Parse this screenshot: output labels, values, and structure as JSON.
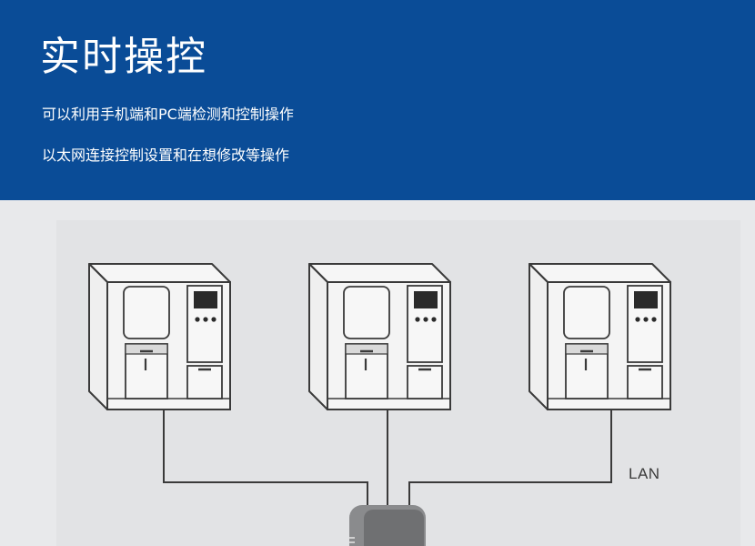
{
  "header": {
    "title": "实时操控",
    "lines": [
      "可以利用手机端和PC端检测和控制操作",
      "以太网连接控制设置和在想修改等操作"
    ]
  },
  "diagram": {
    "lan_label": "LAN",
    "cabinet_count": 3,
    "colors": {
      "header_bg": "#0a4c97",
      "line": "#3a3a3a",
      "cabinet_face": "#f4f4f4",
      "screen": "#2a2a2a",
      "switch": "#8a8b8d"
    }
  }
}
